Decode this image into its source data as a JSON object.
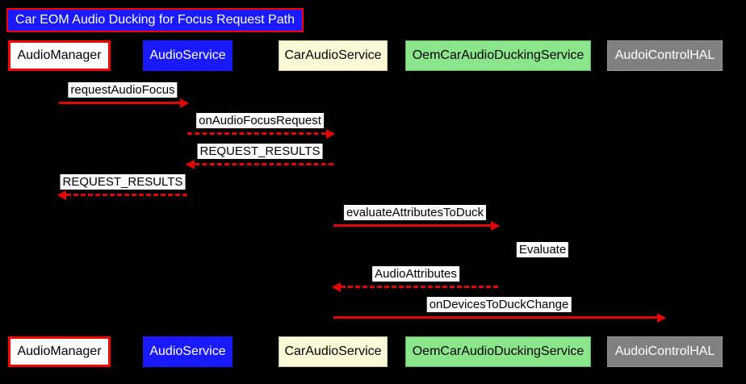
{
  "diagram": {
    "type": "sequence",
    "title": "Car EOM Audio Ducking for Focus Request Path"
  },
  "participants": [
    {
      "name": "AudioManager",
      "fill": "#ffffff",
      "border": "#ff0000",
      "text_color": "#000000"
    },
    {
      "name": "AudioService",
      "fill": "#1a1aff",
      "border": "#1a1aff",
      "text_color": "#ffffff"
    },
    {
      "name": "CarAudioService",
      "fill": "#fbfbd8",
      "border": "#c9c9a3",
      "text_color": "#000000"
    },
    {
      "name": "OemCarAudioDuckingService",
      "fill": "#8be68b",
      "border": "#5fb25f",
      "text_color": "#000000"
    },
    {
      "name": "AudoiControlHAL",
      "fill": "#808080",
      "border": "#969696",
      "text_color": "#ffffff"
    }
  ],
  "messages": [
    {
      "label": "requestAudioFocus",
      "from": "AudioManager",
      "to": "AudioService",
      "line": "solid",
      "direction": "right"
    },
    {
      "label": "onAudioFocusRequest",
      "from": "AudioService",
      "to": "CarAudioService",
      "line": "dashed",
      "direction": "right"
    },
    {
      "label": "REQUEST_RESULTS",
      "from": "CarAudioService",
      "to": "AudioService",
      "line": "dashed",
      "direction": "left"
    },
    {
      "label": "REQUEST_RESULTS",
      "from": "AudioService",
      "to": "AudioManager",
      "line": "dashed",
      "direction": "left"
    },
    {
      "label": "evaluateAttributesToDuck",
      "from": "CarAudioService",
      "to": "OemCarAudioDuckingService",
      "line": "solid",
      "direction": "right"
    },
    {
      "label": "Evaluate",
      "from": "OemCarAudioDuckingService",
      "to": "OemCarAudioDuckingService",
      "line": "self",
      "direction": "self"
    },
    {
      "label": "AudioAttributes",
      "from": "OemCarAudioDuckingService",
      "to": "CarAudioService",
      "line": "dashed",
      "direction": "left"
    },
    {
      "label": "onDevicesToDuckChange",
      "from": "CarAudioService",
      "to": "AudoiControlHAL",
      "line": "solid",
      "direction": "right"
    }
  ],
  "colors": {
    "background": "#000000",
    "arrow": "#e60505",
    "message_label_bg": "#ffffff",
    "message_label_text": "#000000",
    "title_bg": "#1a1aff",
    "title_border": "#ff0000",
    "title_text": "#ffffff"
  }
}
